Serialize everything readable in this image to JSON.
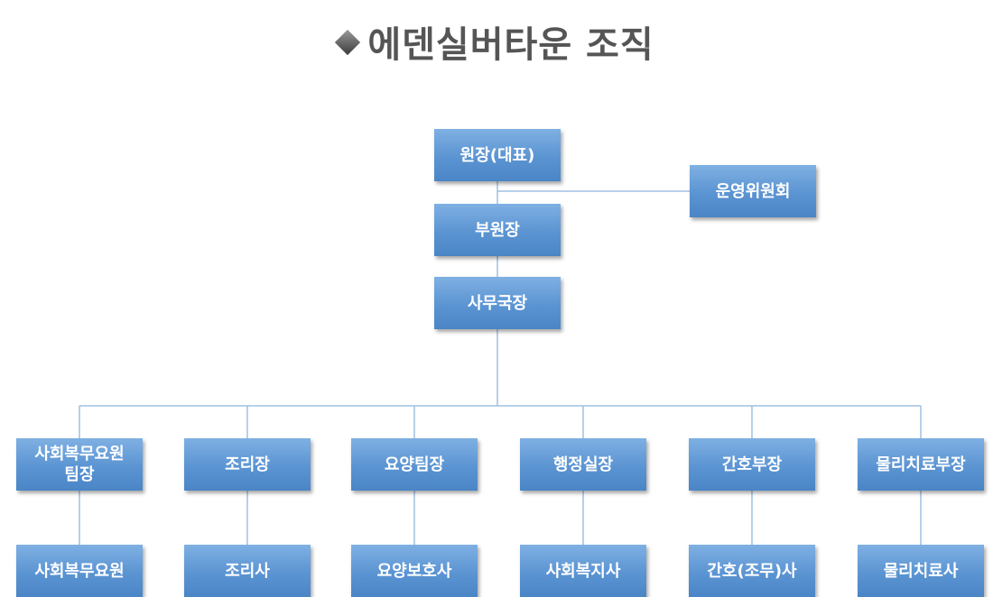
{
  "title": "에덴실버타운 조직",
  "colors": {
    "box_top": "#7fb0e3",
    "box_bottom": "#4a85c6",
    "line": "#9fc0e0",
    "title": "#555555",
    "text": "#ffffff"
  },
  "nodes": {
    "director": "원장(대표)",
    "committee": "운영위원회",
    "vice_director": "부원장",
    "secretary_general": "사무국장",
    "social_service_lead": "사회복무요원\n팀장",
    "head_cook": "조리장",
    "care_team_lead": "요양팀장",
    "admin_head": "행정실장",
    "head_nurse": "간호부장",
    "physio_head": "물리치료부장",
    "social_service_worker": "사회복무요원",
    "cook": "조리사",
    "caregiver": "요양보호사",
    "social_worker": "사회복지사",
    "nurse_aide": "간호(조무)사",
    "physio_therapist": "물리치료사"
  }
}
